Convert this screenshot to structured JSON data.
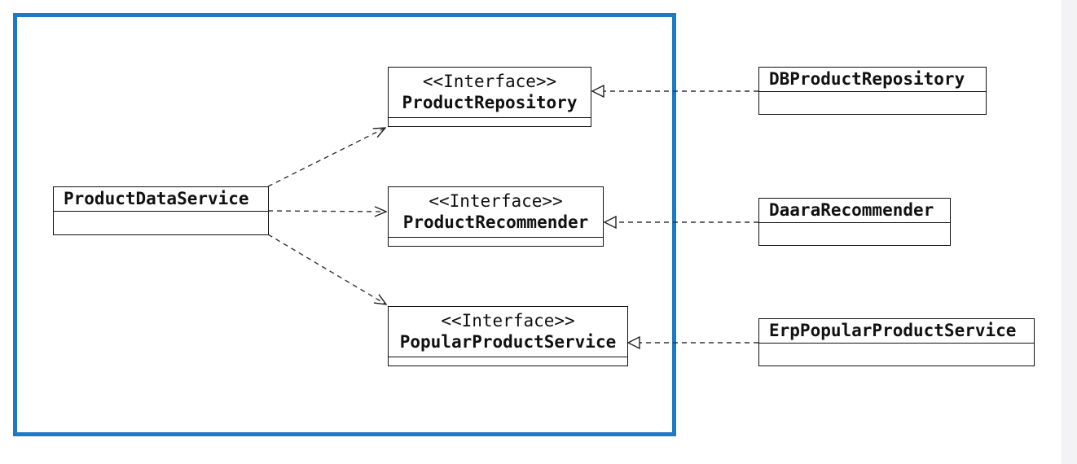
{
  "diagram": {
    "boundary_color": "#1f7ac6",
    "classes": {
      "product_data_service": {
        "name": "ProductDataService"
      },
      "product_repository": {
        "stereotype": "<<Interface>>",
        "name": "ProductRepository"
      },
      "product_recommender": {
        "stereotype": "<<Interface>>",
        "name": "ProductRecommender"
      },
      "popular_product_service": {
        "stereotype": "<<Interface>>",
        "name": "PopularProductService"
      },
      "db_product_repository": {
        "name": "DBProductRepository"
      },
      "daara_recommender": {
        "name": "DaaraRecommender"
      },
      "erp_popular_product_service": {
        "name": "ErpPopularProductService"
      }
    },
    "relationships": [
      {
        "type": "dependency",
        "from": "ProductDataService",
        "to": "ProductRepository"
      },
      {
        "type": "dependency",
        "from": "ProductDataService",
        "to": "ProductRecommender"
      },
      {
        "type": "dependency",
        "from": "ProductDataService",
        "to": "PopularProductService"
      },
      {
        "type": "realization",
        "from": "DBProductRepository",
        "to": "ProductRepository"
      },
      {
        "type": "realization",
        "from": "DaaraRecommender",
        "to": "ProductRecommender"
      },
      {
        "type": "realization",
        "from": "ErpPopularProductService",
        "to": "PopularProductService"
      }
    ]
  }
}
